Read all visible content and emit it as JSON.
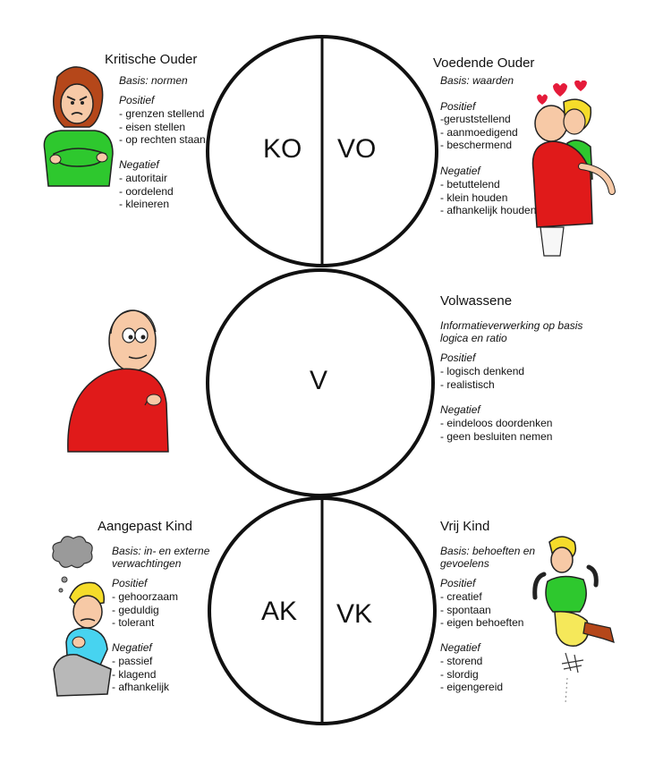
{
  "circles": {
    "top": {
      "left": "KO",
      "right": "VO"
    },
    "middle": {
      "label": "V"
    },
    "bottom": {
      "left": "AK",
      "right": "VK"
    }
  },
  "sections": {
    "ko": {
      "title": "Kritische Ouder",
      "basis": "Basis: normen",
      "pos_label": "Positief",
      "positive": [
        "- grenzen stellend",
        "- eisen stellen",
        "- op rechten staan"
      ],
      "neg_label": "Negatief",
      "negative": [
        "- autoritair",
        "- oordelend",
        "- kleineren"
      ]
    },
    "vo": {
      "title": "Voedende Ouder",
      "basis": "Basis: waarden",
      "pos_label": "Positief",
      "positive": [
        "-geruststellend",
        "- aanmoedigend",
        "- beschermend"
      ],
      "neg_label": "Negatief",
      "negative": [
        "- betuttelend",
        "- klein houden",
        "- afhankelijk houden"
      ]
    },
    "v": {
      "title": "Volwassene",
      "basis_lines": [
        "Informatieverwerking op basis",
        "logica en ratio"
      ],
      "pos_label": "Positief",
      "positive": [
        "- logisch denkend",
        "- realistisch"
      ],
      "neg_label": "Negatief",
      "negative": [
        "- eindeloos doordenken",
        "- geen besluiten nemen"
      ]
    },
    "ak": {
      "title": "Aangepast Kind",
      "basis_lines": [
        "Basis: in- en externe",
        "verwachtingen"
      ],
      "pos_label": "Positief",
      "positive": [
        "- gehoorzaam",
        "- geduldig",
        "- tolerant"
      ],
      "neg_label": "Negatief",
      "negative": [
        "- passief",
        "- klagend",
        "- afhankelijk"
      ]
    },
    "vk": {
      "title": "Vrij Kind",
      "basis_lines": [
        "Basis: behoeften en",
        "gevoelens"
      ],
      "pos_label": "Positief",
      "positive": [
        "- creatief",
        "- spontaan",
        "- eigen behoeften"
      ],
      "neg_label": "Negatief",
      "negative": [
        "- storend",
        "- slordig",
        "- eigengereid"
      ]
    }
  },
  "colors": {
    "circle_stroke": "#111111",
    "shirt_green": "#2ec82e",
    "shirt_red": "#e01a1a",
    "shirt_cyan": "#47d3f0",
    "hair_brown": "#b5471a",
    "hair_yellow": "#f5dc2a",
    "skin": "#f7c9a6",
    "heart": "#e51b3a"
  },
  "icons": [
    "critical-parent-figure",
    "nurturing-parent-figure",
    "adult-figure",
    "adapted-child-figure",
    "free-child-figure"
  ]
}
